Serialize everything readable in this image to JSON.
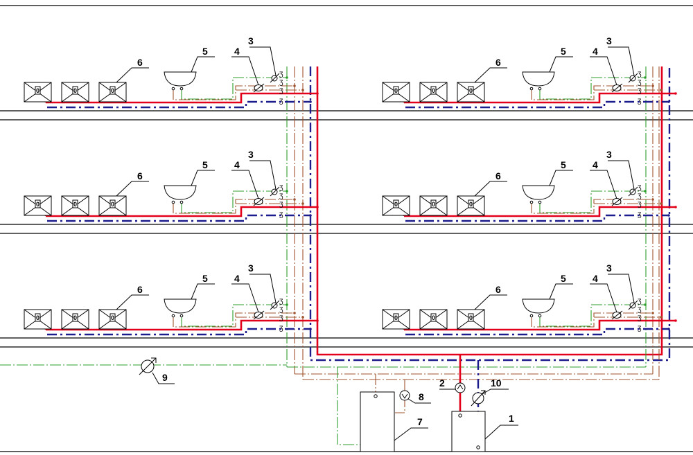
{
  "diagram": {
    "callouts": {
      "tap": "3",
      "meter": "4",
      "sink": "5",
      "radiator": "6",
      "boiler": "1",
      "main_meter": "2",
      "tank": "7",
      "pump": "8",
      "cold_meter": "9",
      "hot_meter": "10"
    },
    "radiator_mark": "0",
    "colors": {
      "supply": "#e2001a",
      "return": "#1c1c8c",
      "hot_water": "#a0522d",
      "cold_water": "#2e9e2e"
    }
  }
}
